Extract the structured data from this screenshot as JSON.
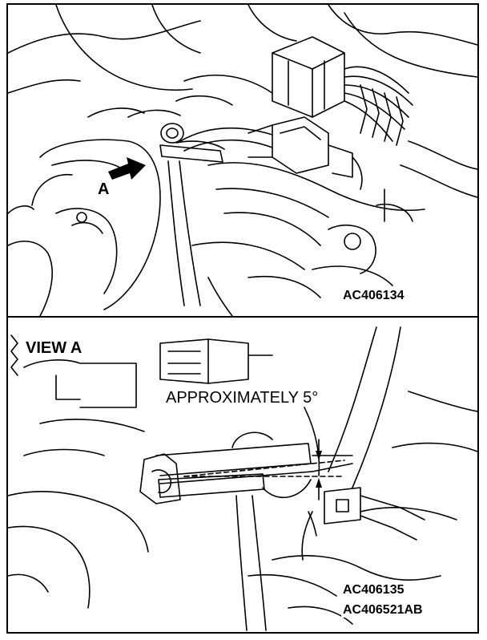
{
  "labels": {
    "arrow_label": "A",
    "top_code": "AC406134",
    "view_label": "VIEW A",
    "angle_note": "APPROXIMATELY 5°",
    "bottom_code_1": "AC406135",
    "bottom_code_2": "AC406521AB"
  },
  "colors": {
    "line": "#000000",
    "background": "#ffffff"
  }
}
